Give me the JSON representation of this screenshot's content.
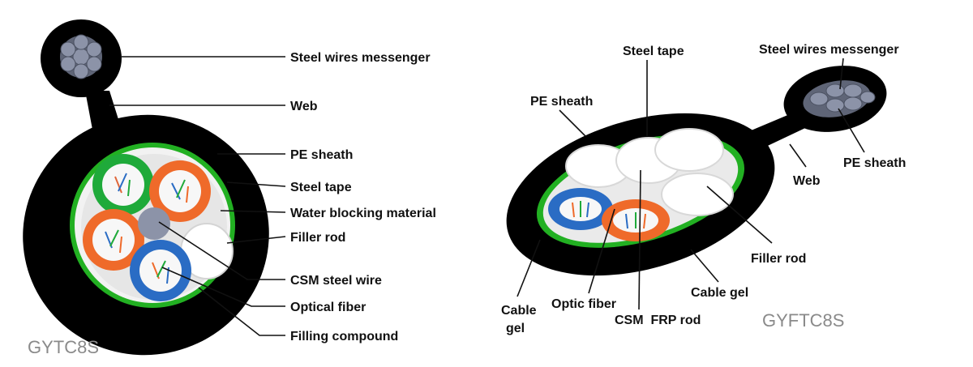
{
  "left_diagram": {
    "model": "GYTC8S",
    "labels": {
      "steel_wires_messenger": "Steel wires messenger",
      "web": "Web",
      "pe_sheath": "PE sheath",
      "steel_tape": "Steel tape",
      "water_blocking": "Water blocking material",
      "filler_rod": "Filler rod",
      "csm_steel_wire": "CSM steel wire",
      "optical_fiber": "Optical fiber",
      "filling_compound": "Filling compound"
    }
  },
  "right_diagram": {
    "model": "GYFTC8S",
    "labels": {
      "steel_tape": "Steel tape",
      "steel_wires_messenger": "Steel wires messenger",
      "pe_sheath_left": "PE  sheath",
      "pe_sheath_right": "PE sheath",
      "web": "Web",
      "filler_rod": "Filler rod",
      "cable_gel_right": "Cable gel",
      "cable_gel_left_1": "Cable",
      "cable_gel_left_2": "gel",
      "optic_fiber": "Optic fiber",
      "csm_frp_rod": "CSM  FRP rod"
    }
  },
  "colors": {
    "sheath": "#000000",
    "steel_tape": "#22b022",
    "tube_green": "#1faa3a",
    "tube_orange": "#ef6a2a",
    "tube_blue": "#2a6cc4",
    "filler": "#f4f4f4",
    "messenger_wire": "#8c93a8"
  }
}
